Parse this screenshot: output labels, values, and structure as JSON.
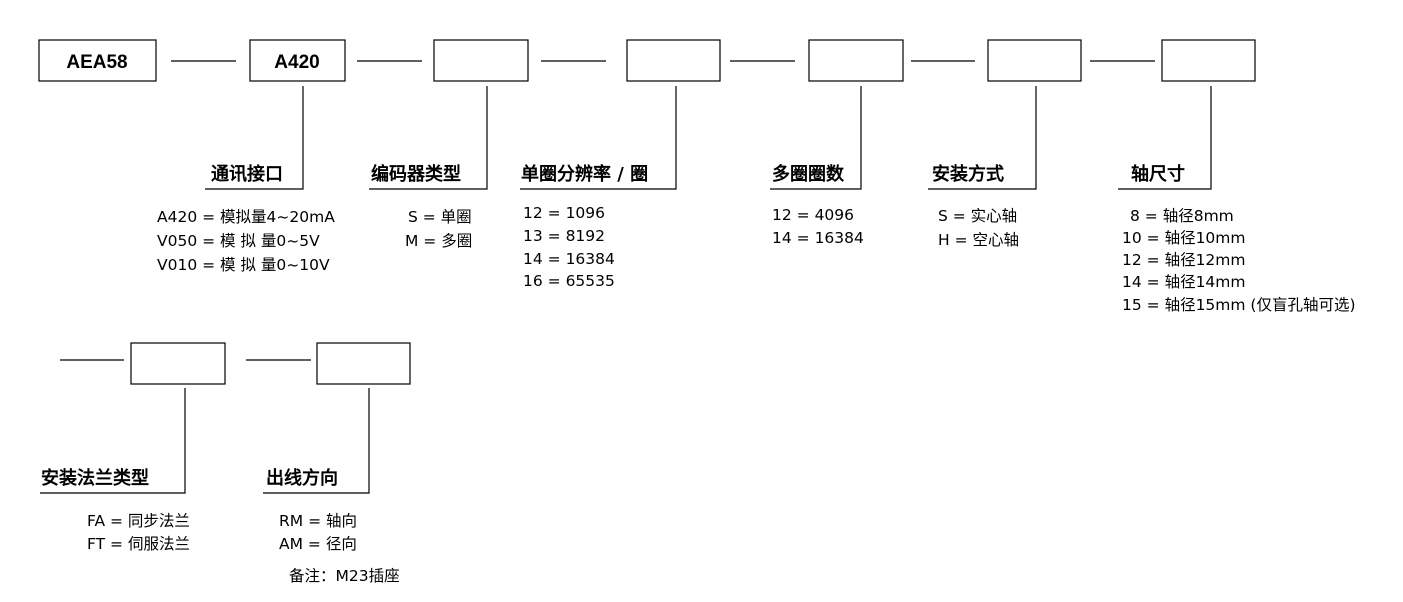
{
  "chain": {
    "fields": [
      {
        "code": "AEA58"
      },
      {
        "code": "A420",
        "heading": "通讯接口",
        "options": [
          "A420 = 模拟量4~20mA",
          "V050 = 模 拟 量0~5V",
          "V010 = 模 拟 量0~10V"
        ]
      },
      {
        "code": "",
        "heading": "编码器类型",
        "options": [
          "S = 单圈",
          "M = 多圈"
        ]
      },
      {
        "code": "",
        "heading": "单圈分辨率 / 圈",
        "options": [
          "12 = 1096",
          "13 = 8192",
          "14 = 16384",
          "16 = 65535"
        ]
      },
      {
        "code": "",
        "heading": "多圈圈数",
        "options": [
          "12 = 4096",
          "14 = 16384"
        ]
      },
      {
        "code": "",
        "heading": "安装方式",
        "options": [
          "S = 实心轴",
          "H = 空心轴"
        ]
      },
      {
        "code": "",
        "heading": "轴尺寸",
        "options": [
          "8 = 轴径8mm",
          "10 = 轴径10mm",
          "12 = 轴径12mm",
          "14 = 轴径14mm",
          "15 = 轴径15mm   (仅盲孔轴可选)"
        ]
      },
      {
        "code": "",
        "heading": "安装法兰类型",
        "options": [
          "FA = 同步法兰",
          "FT = 伺服法兰"
        ]
      },
      {
        "code": "",
        "heading": "出线方向",
        "options": [
          "RM = 轴向",
          "AM = 径向",
          "备注：M23插座"
        ]
      }
    ]
  }
}
